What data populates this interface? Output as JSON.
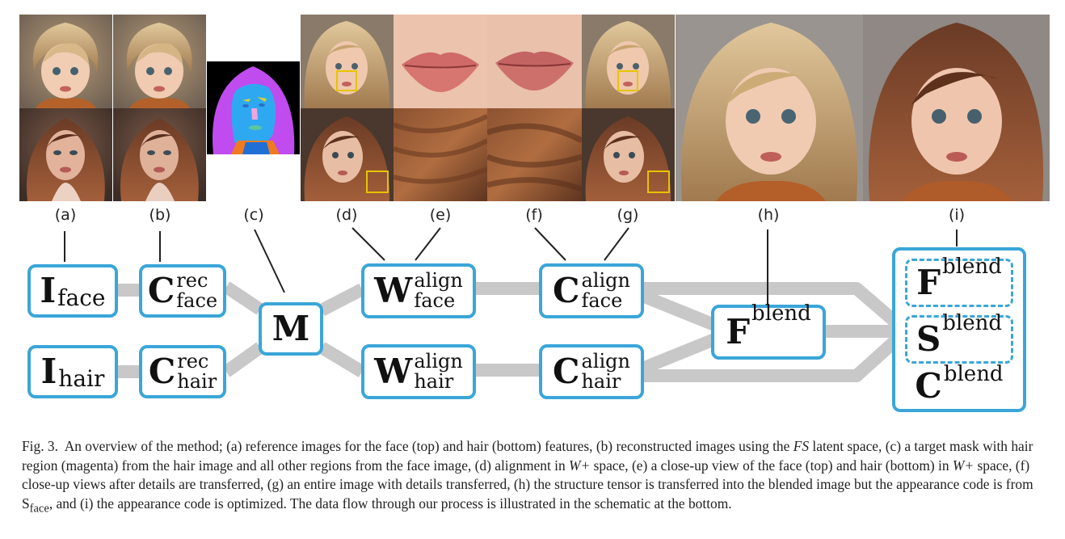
{
  "labels": {
    "a": "(a)",
    "b": "(b)",
    "c": "(c)",
    "d": "(d)",
    "e": "(e)",
    "f": "(f)",
    "g": "(g)",
    "h": "(h)",
    "i": "(i)"
  },
  "nodes": {
    "i_face": {
      "symbol": "I",
      "sub": "face"
    },
    "i_hair": {
      "symbol": "I",
      "sub": "hair"
    },
    "c_rec_face": {
      "symbol": "C",
      "sup": "rec",
      "sub": "face"
    },
    "c_rec_hair": {
      "symbol": "C",
      "sup": "rec",
      "sub": "hair"
    },
    "m": {
      "symbol": "M"
    },
    "w_align_face": {
      "symbol": "W",
      "sup": "align",
      "sub": "face"
    },
    "w_align_hair": {
      "symbol": "W",
      "sup": "align",
      "sub": "hair"
    },
    "c_align_face": {
      "symbol": "C",
      "sup": "align",
      "sub": "face"
    },
    "c_align_hair": {
      "symbol": "C",
      "sup": "align",
      "sub": "hair"
    },
    "f_blend": {
      "symbol": "F",
      "sup": "blend"
    },
    "out_f": {
      "symbol": "F",
      "sup": "blend"
    },
    "out_s": {
      "symbol": "S",
      "sup": "blend"
    },
    "out_c": {
      "symbol": "C",
      "sup": "blend"
    }
  },
  "caption": {
    "fig": "Fig. 3.",
    "t1": "An overview of the method; (a) reference images for the face (top) and hair (bottom) features, (b) reconstructed images using the",
    "fs": "FS",
    "t2": "latent space, (c) a target mask with hair region (magenta) from the hair image and all other regions from the face image, (d) alignment in",
    "w1": "W+",
    "t3": "space, (e) a close-up view of the face (top) and hair (bottom) in",
    "w2": "W+",
    "t4": "space, (f) close-up views after details are transferred, (g) an entire image with details transferred, (h) the structure tensor is transferred into the blended image but the appearance code is from S",
    "sub": "face",
    "t5": ", and (i) the appearance code is optimized. The data flow through our process is illustrated in the schematic at the bottom."
  },
  "colors": {
    "node_border": "#3aa6d8",
    "flow": "#c8c8c8",
    "highlight_box": "#e8c400",
    "mask_hair": "#c04cf0",
    "mask_face": "#2fa8f2",
    "mask_body": "#f07a20"
  }
}
